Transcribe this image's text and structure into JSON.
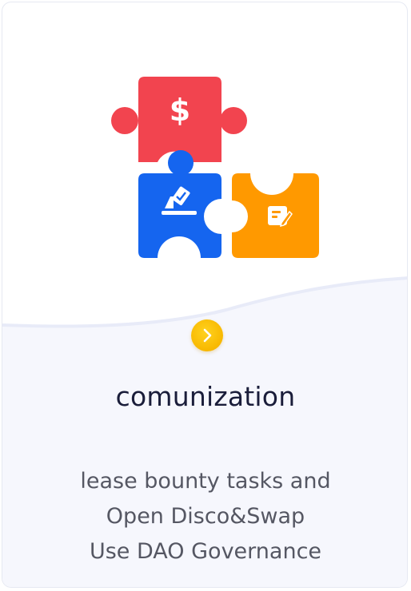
{
  "card": {
    "title": "comunization",
    "description_lines": [
      "lease bounty tasks and",
      "Open Disco&Swap",
      "Use DAO Governance"
    ],
    "next_icon": "chevron-right-icon",
    "illustration_icons": [
      "dollar-icon",
      "ballot-box-icon",
      "edit-document-icon"
    ]
  },
  "colors": {
    "puzzle_red": "#f2444f",
    "puzzle_blue": "#1565ef",
    "puzzle_orange": "#ff9900",
    "button_yellow": "#f8b800",
    "title_color": "#1a1d3a",
    "text_color": "#555763",
    "lower_background": "#f6f7fd"
  }
}
